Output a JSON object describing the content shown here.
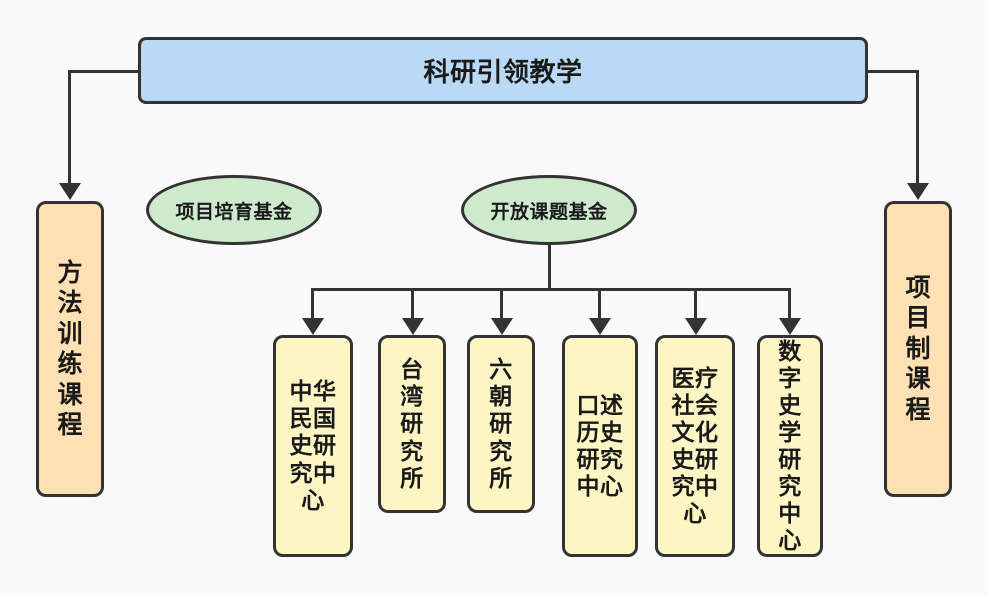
{
  "diagram": {
    "title_node": {
      "label": "科研引领教学",
      "color": "#bad9f5"
    },
    "left_course": {
      "label": "方法训练课程",
      "color": "#fde0b3"
    },
    "right_course": {
      "label": "项目制课程",
      "color": "#fde0b3"
    },
    "funds": [
      {
        "label": "项目培育基金",
        "color": "#cdeacd"
      },
      {
        "label": "开放课题基金",
        "color": "#cdeacd"
      }
    ],
    "institutes": [
      {
        "label": "中华民国史研究中心",
        "color": "#fdf6c4"
      },
      {
        "label": "台湾研究所",
        "color": "#fdf6c4"
      },
      {
        "label": "六朝研究所",
        "color": "#fdf6c4"
      },
      {
        "label": "口述历史研究中心",
        "color": "#fdf6c4"
      },
      {
        "label": "医疗社会文化史研究中心",
        "color": "#fdf6c4"
      },
      {
        "label": "数字史学研究中心",
        "color": "#fdf6c4"
      }
    ],
    "edge_color": "#333333",
    "background": "#f9f9f9"
  }
}
